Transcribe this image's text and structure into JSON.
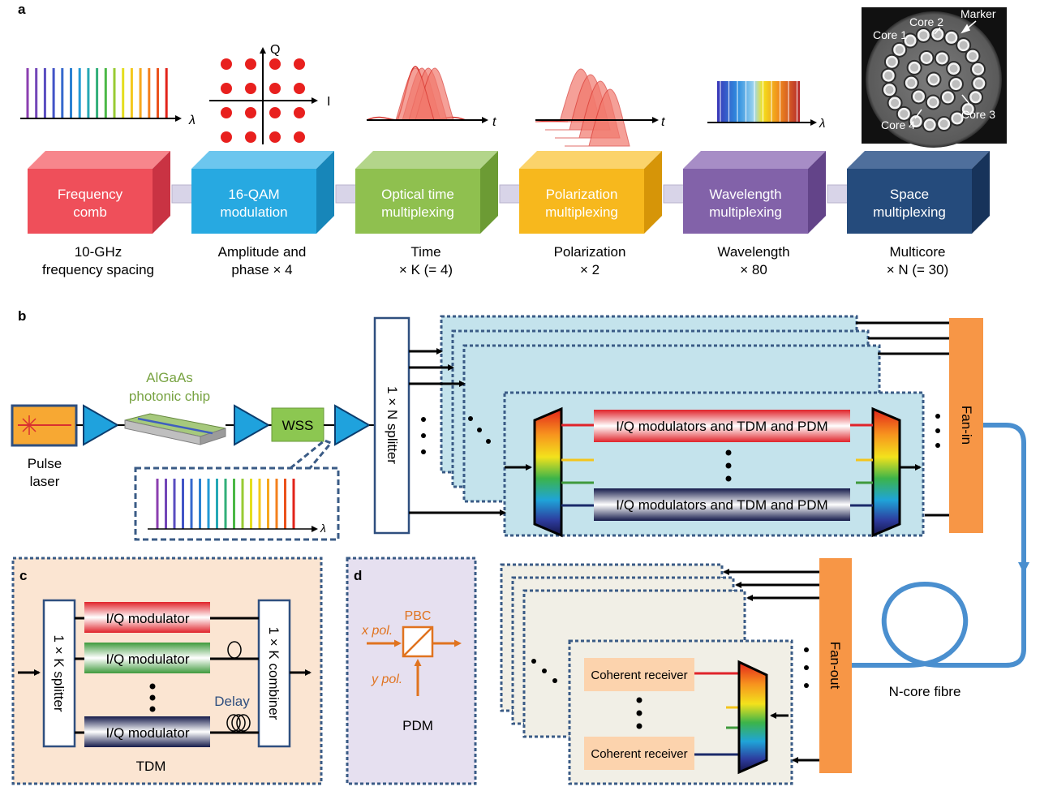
{
  "panel_a": {
    "label": "a",
    "blocks": [
      {
        "title": [
          "Frequency",
          "comb"
        ],
        "desc": [
          "10-GHz",
          "frequency spacing"
        ],
        "color": "#ef4f5a",
        "side": "#c93343",
        "top": "#f7868c",
        "text_color": "#ffffff"
      },
      {
        "title": [
          "16-QAM",
          "modulation"
        ],
        "desc": [
          "Amplitude and",
          "phase × 4"
        ],
        "color": "#27a9e1",
        "side": "#1786b9",
        "top": "#6cc6ee",
        "text_color": "#ffffff"
      },
      {
        "title": [
          "Optical time",
          "multiplexing"
        ],
        "desc": [
          "Time",
          "× K (= 4)"
        ],
        "color": "#8fc04f",
        "side": "#6c9b34",
        "top": "#b3d58a",
        "text_color": "#ffffff"
      },
      {
        "title": [
          "Polarization",
          "multiplexing"
        ],
        "desc": [
          "Polarization",
          "× 2"
        ],
        "color": "#f7b81d",
        "side": "#d69508",
        "top": "#fbd36b",
        "text_color": "#ffffff"
      },
      {
        "title": [
          "Wavelength",
          "multiplexing"
        ],
        "desc": [
          "Wavelength",
          "× 80"
        ],
        "color": "#8262a9",
        "side": "#634489",
        "top": "#a78dc6",
        "text_color": "#ffffff"
      },
      {
        "title": [
          "Space",
          "multiplexing"
        ],
        "desc": [
          "Multicore",
          "× N (= 30)"
        ],
        "color": "#254b7c",
        "side": "#17335a",
        "top": "#4f6f9c",
        "text_color": "#ffffff"
      }
    ],
    "axis_lambda": "λ",
    "axis_t": "t",
    "axis_I": "I",
    "axis_Q": "Q",
    "fibre_labels": [
      "Core 1",
      "Core 2",
      "Marker",
      "Core 3",
      "Core 4"
    ]
  },
  "panel_b": {
    "label": "b",
    "pulse_laser": [
      "Pulse",
      "laser"
    ],
    "chip": [
      "AlGaAs",
      "photonic chip"
    ],
    "wss": "WSS",
    "splitter": "1 × N splitter",
    "modulator_rows": [
      "I/Q modulators and TDM and PDM",
      "I/Q modulators and TDM and PDM"
    ],
    "fan_in": "Fan-in",
    "fan_out": "Fan-out",
    "fibre": "N-core fibre",
    "receivers": [
      "Coherent receiver",
      "Coherent receiver"
    ],
    "lambda": "λ"
  },
  "panel_c": {
    "label": "c",
    "splitter": "1 × K splitter",
    "combiner": "1 × K combiner",
    "modulators": [
      "I/Q modulator",
      "I/Q modulator",
      "I/Q modulator"
    ],
    "delay": "Delay",
    "caption": "TDM"
  },
  "panel_d": {
    "label": "d",
    "pbc": "PBC",
    "x_pol": "x pol.",
    "y_pol": "y pol.",
    "caption": "PDM"
  },
  "colors": {
    "amp_blue": "#1fa2dd",
    "orange": "#f79646",
    "teal_panel": "#c4e3ec",
    "beige_panel": "#fbe5d2",
    "lilac_panel": "#e6e0f0",
    "dotted_border": "#3a5b86",
    "pdm_orange": "#e0731f"
  }
}
